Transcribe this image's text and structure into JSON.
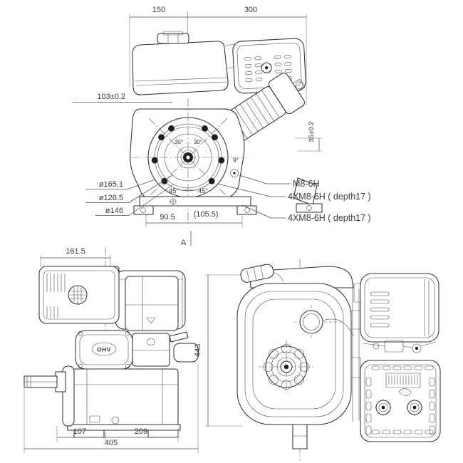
{
  "title": "engine-outline-dimension-drawing",
  "colors": {
    "background": "#ffffff",
    "lines": "#2f2f2f",
    "dimensions": "#4f4f4f",
    "text": "#3a3a3a"
  },
  "front_view": {
    "dims": {
      "width_left": "150",
      "width_right": "300",
      "tank_height": "103±0.2",
      "side_offset": "35±0.2",
      "dia_outer": "ø165.1",
      "dia_mid": "ø126.5",
      "dia_pcd": "ø146",
      "base_left": "90.5",
      "base_right": "(105.5)",
      "angle_top_left": "30°",
      "angle_top_right": "30°",
      "angle_bottom_left": "45°",
      "angle_bottom_right": "45°",
      "angle_side": "9°",
      "section_marker": "A"
    },
    "callouts": {
      "center_thread": "M8-6H",
      "flange_threads": "4XM8-6H ( depth17 )",
      "base_threads": "4XM8-6H ( depth17 )"
    }
  },
  "side_view": {
    "dims": {
      "top_width": "161.5",
      "front_length": "107",
      "rear_length": "209",
      "total_length": "405"
    },
    "valve_cover_logo": "OHV"
  },
  "rear_view": {
    "dims": {
      "total_height": "443"
    }
  }
}
